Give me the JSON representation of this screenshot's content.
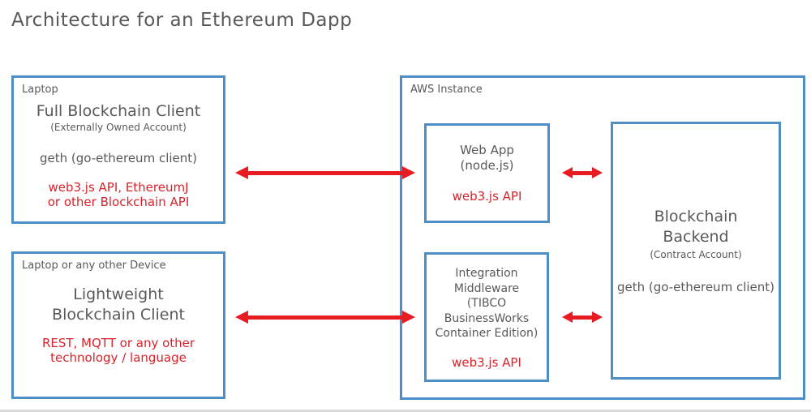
{
  "page": {
    "title": "Architecture for an Ethereum Dapp"
  },
  "colors": {
    "border_blue": "#4d8ec6",
    "text_gray": "#595959",
    "red_text": "#d9232b",
    "red_arrow": "#e61c22"
  },
  "nodes": {
    "laptop": {
      "label": "Laptop",
      "title": "Full Blockchain Client",
      "subtitle": "(Externally Owned Account)",
      "body": "geth (go-ethereum client)",
      "api": "web3.js API, EthereumJ\nor other Blockchain API"
    },
    "device": {
      "label": "Laptop or any other Device",
      "title": "Lightweight\nBlockchain Client",
      "api": "REST, MQTT or any other\ntechnology / language"
    },
    "aws": {
      "label": "AWS Instance"
    },
    "webapp": {
      "title": "Web App\n(node.js)",
      "api": "web3.js API"
    },
    "middleware": {
      "title": "Integration\nMiddleware\n(TIBCO\nBusinessWorks\nContainer Edition)",
      "api": "web3.js API"
    },
    "backend": {
      "title": "Blockchain\nBackend",
      "subtitle": "(Contract Account)",
      "body": "geth (go-ethereum client)"
    }
  },
  "connections": [
    {
      "from": "laptop",
      "to": "webapp",
      "style": "red-double-arrow"
    },
    {
      "from": "webapp",
      "to": "backend",
      "style": "red-double-arrow"
    },
    {
      "from": "device",
      "to": "middleware",
      "style": "red-double-arrow"
    },
    {
      "from": "middleware",
      "to": "backend",
      "style": "red-double-arrow"
    }
  ]
}
